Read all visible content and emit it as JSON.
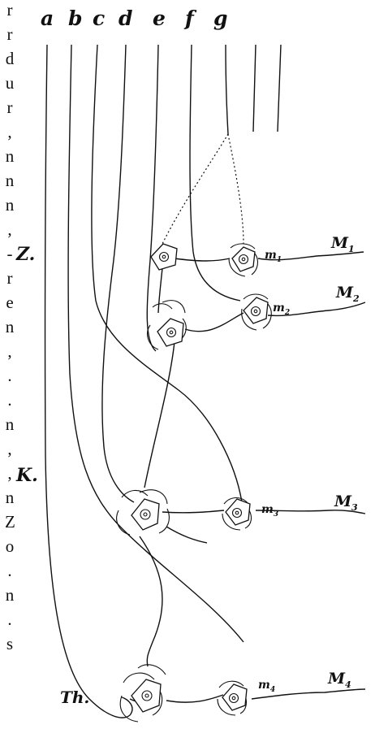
{
  "edge_text": [
    "r",
    "r",
    "d",
    "u",
    "r",
    ",",
    "n",
    "n",
    "n",
    ",",
    "-",
    "r",
    "e",
    "n",
    ",",
    ".",
    ".",
    "n",
    ",",
    ",",
    "n",
    "Z",
    "o",
    ".",
    "n",
    ".",
    "s"
  ],
  "fiber_labels": [
    "a",
    "b",
    "c",
    "d",
    "e",
    "f",
    "g"
  ],
  "region_labels": {
    "Z": "Z.",
    "K": "K.",
    "Th": "Th."
  },
  "cell_labels": [
    {
      "name": "m",
      "sub": "1"
    },
    {
      "name": "m",
      "sub": "2"
    },
    {
      "name": "m",
      "sub": "3"
    },
    {
      "name": "m",
      "sub": "4"
    }
  ],
  "muscle_labels": [
    {
      "name": "M",
      "sub": "1"
    },
    {
      "name": "M",
      "sub": "2"
    },
    {
      "name": "M",
      "sub": "3"
    },
    {
      "name": "M",
      "sub": "4"
    }
  ]
}
